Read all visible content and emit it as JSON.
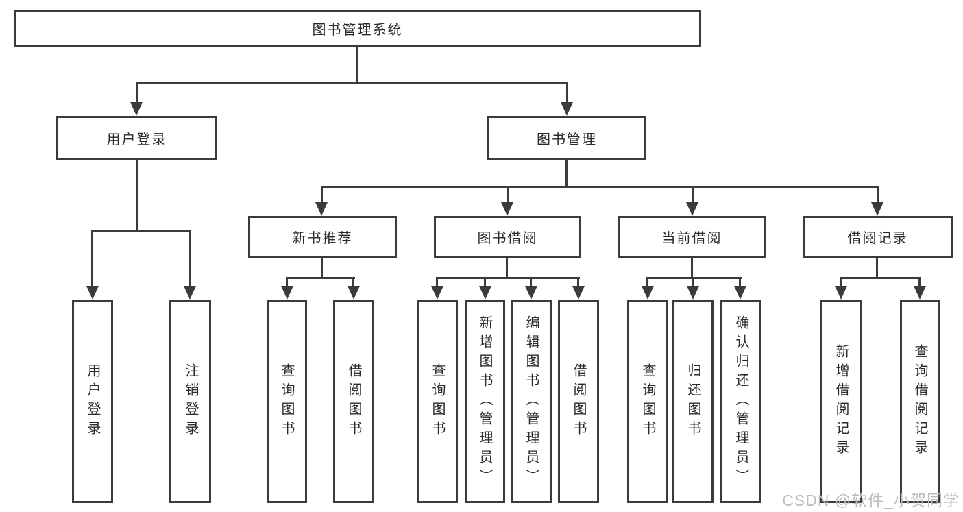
{
  "colors": {
    "line": "#3b3b3b",
    "box_border": "#3b3b3b",
    "box_fill": "#ffffff",
    "text": "#2b2b2b",
    "watermark": "#b9bcc4",
    "background": "#ffffff"
  },
  "icons": {
    "arrowhead": "filled-triangle-down"
  },
  "watermark": {
    "text": "CSDN @软件_小贺同学"
  },
  "diagram": {
    "type": "tree",
    "root": {
      "label": "图书管理系统"
    },
    "branches": [
      {
        "label": "用户登录",
        "children": [
          {
            "label": "用户登录"
          },
          {
            "label": "注销登录"
          }
        ]
      },
      {
        "label": "图书管理",
        "children": [
          {
            "label": "新书推荐",
            "children": [
              {
                "label": "查询图书"
              },
              {
                "label": "借阅图书"
              }
            ]
          },
          {
            "label": "图书借阅",
            "children": [
              {
                "label": "查询图书"
              },
              {
                "label": "新增图书（管理员）"
              },
              {
                "label": "编辑图书（管理员）"
              },
              {
                "label": "借阅图书"
              }
            ]
          },
          {
            "label": "当前借阅",
            "children": [
              {
                "label": "查询图书"
              },
              {
                "label": "归还图书"
              },
              {
                "label": "确认归还（管理员）"
              }
            ]
          },
          {
            "label": "借阅记录",
            "children": [
              {
                "label": "新增借阅记录"
              },
              {
                "label": "查询借阅记录"
              }
            ]
          }
        ]
      }
    ]
  }
}
